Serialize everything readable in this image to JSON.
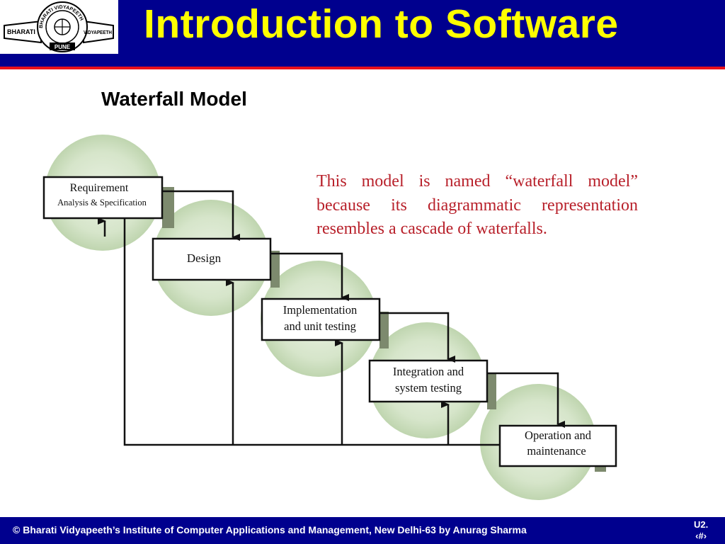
{
  "header": {
    "title": "Introduction to Software",
    "logo": {
      "left_text": "BHARATI",
      "right_text": "VIDYAPEETH",
      "ring_text": "BHARATI VIDYAPEETH",
      "bottom_text": "PUNE"
    }
  },
  "slide": {
    "subtitle": "Waterfall Model",
    "description": "This model is named “waterfall model” because its diagrammatic representation resembles a cascade of waterfalls."
  },
  "diagram": {
    "stages": [
      {
        "line1": "Requirement",
        "line2": "Analysis & Specification"
      },
      {
        "line1": "Design",
        "line2": ""
      },
      {
        "line1": "Implementation",
        "line2": "and unit testing"
      },
      {
        "line1": "Integration and",
        "line2": "system testing"
      },
      {
        "line1": "Operation and",
        "line2": "maintenance"
      }
    ]
  },
  "footer": {
    "text": "© Bharati Vidyapeeth’s Institute of Computer Applications and Management, New Delhi-63 by Anurag Sharma",
    "slide_number_line1": "U2.",
    "slide_number_line2": "‹#›"
  },
  "colors": {
    "header_bg": "#00008e",
    "title": "#ffff00",
    "accent_line": "#e8101c",
    "description_text": "#b8202a",
    "circle_fill": "#dbe8d0"
  }
}
